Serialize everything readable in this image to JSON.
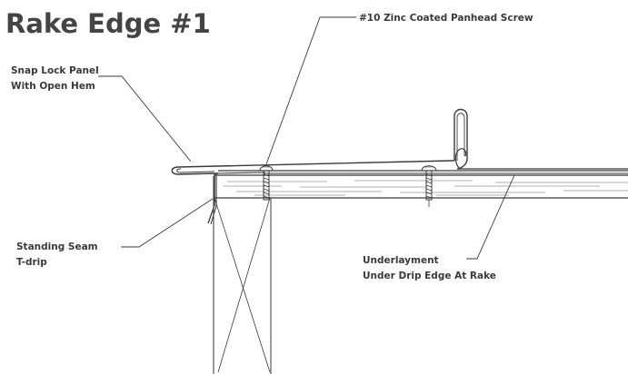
{
  "title": "Rake Edge #1",
  "labels": {
    "screw": "#10 Zinc Coated Panhead Screw",
    "panel_line1": "Snap Lock Panel",
    "panel_line2": "With Open Hem",
    "tdrip_line1": "Standing Seam",
    "tdrip_line2": "T-drip",
    "underlay_line1": "Underlayment",
    "underlay_line2": "Under Drip Edge At Rake"
  },
  "colors": {
    "ink": "#3a3a3a",
    "title": "#444444",
    "background": "#ffffff"
  }
}
